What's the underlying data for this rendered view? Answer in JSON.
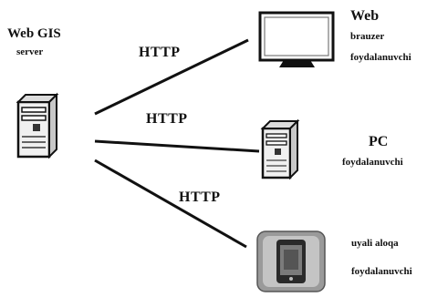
{
  "server": {
    "title": "Web GIS",
    "subtitle": "server",
    "icon": "server-tower-icon"
  },
  "connections": [
    {
      "label": "HTTP",
      "to": "web-client"
    },
    {
      "label": "HTTP",
      "to": "pc-client"
    },
    {
      "label": "HTTP",
      "to": "mobile-client"
    }
  ],
  "clients": {
    "web": {
      "title": "Web",
      "line2": "brauzer",
      "line3": "foydalanuvchi",
      "icon": "monitor-icon"
    },
    "pc": {
      "title": "PC",
      "subtitle": "foydalanuvchi",
      "icon": "pc-tower-icon"
    },
    "mobile": {
      "line1": "uyali aloqa",
      "line2": "foydalanuvchi",
      "icon": "mobile-phone-icon"
    }
  },
  "colors": {
    "ink": "#111111",
    "background": "#ffffff",
    "tower_fill": "#f2f2f2",
    "phone_frame": "#9a9a9a"
  }
}
